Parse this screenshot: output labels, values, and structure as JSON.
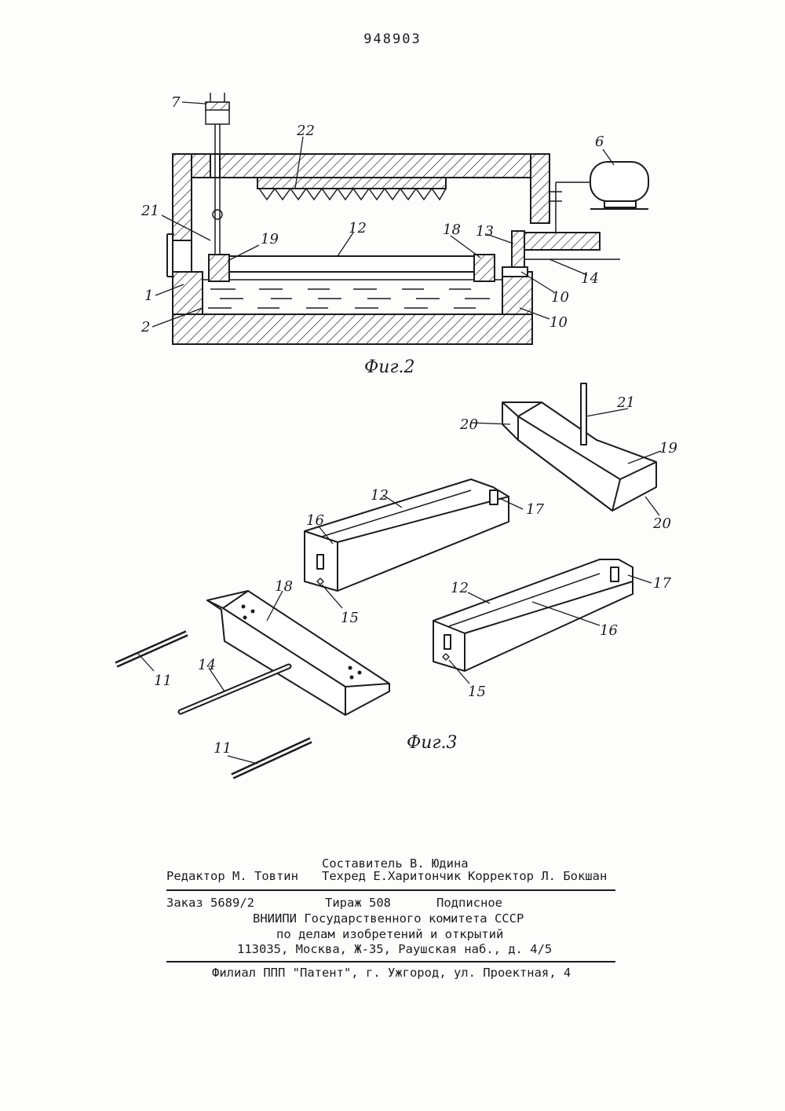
{
  "patent_number": "948903",
  "figures": [
    {
      "caption": "Фиг.2",
      "callouts": [
        "7",
        "22",
        "6",
        "21",
        "19",
        "12",
        "18",
        "13",
        "1",
        "14",
        "10",
        "2",
        "10"
      ]
    },
    {
      "caption": "Фиг.3",
      "callouts": [
        "21",
        "20",
        "19",
        "20",
        "12",
        "17",
        "16",
        "18",
        "15",
        "12",
        "17",
        "16",
        "11",
        "14",
        "15",
        "11"
      ]
    }
  ],
  "imprint": {
    "compiler": "Составитель В. Юдина",
    "editor": "Редактор М. Товтин",
    "techred": "Техред Е.Харитончик",
    "corrector": "Корректор Л. Бокшан",
    "order": "Заказ 5689/2",
    "circulation": "Тираж 508",
    "subscription": "Подписное",
    "org_line1": "ВНИИПИ Государственного комитета СССР",
    "org_line2": "по делам изобретений и открытий",
    "address": "113035, Москва, Ж-35, Раушская наб., д. 4/5",
    "branch": "Филиал ППП \"Патент\", г. Ужгород, ул. Проектная, 4"
  }
}
